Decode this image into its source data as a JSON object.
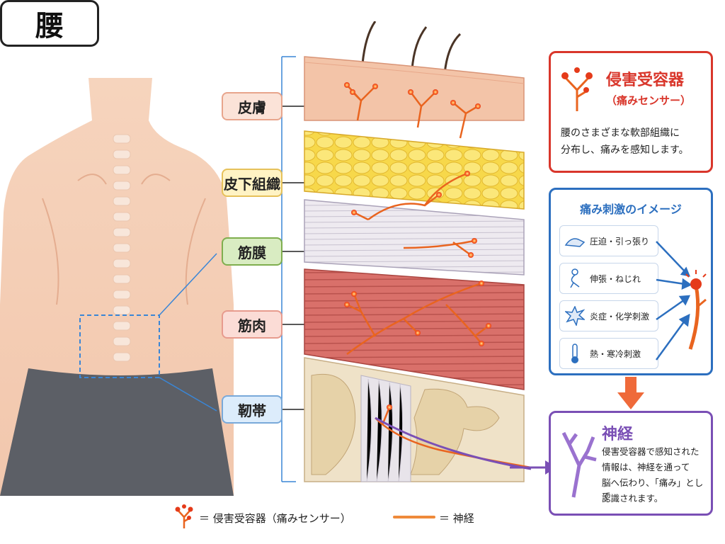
{
  "title": "腰",
  "layers": [
    {
      "label": "皮膚",
      "color": "#fbe3d8",
      "border": "#e8a58c"
    },
    {
      "label": "皮下組織",
      "color": "#fff3c4",
      "border": "#e6c15a"
    },
    {
      "label": "筋膜",
      "color": "#d9ecc2",
      "border": "#7fae4e"
    },
    {
      "label": "筋肉",
      "color": "#fbdcd6",
      "border": "#e79b8e"
    },
    {
      "label": "靭帯",
      "color": "#dcecfb",
      "border": "#79a9d9"
    }
  ],
  "receptor_card": {
    "title": "侵害受容器",
    "subtitle": "（痛みセンサー）",
    "body_line1": "腰のさまざまな軟部組織に",
    "body_line2": "分布し、痛みを感知します。",
    "border_color": "#d9362b"
  },
  "stimulus_card": {
    "title": "痛み刺激のイメージ",
    "items": [
      {
        "icon": "hand-press-icon",
        "label": "圧迫・引っ張り"
      },
      {
        "icon": "stretch-person-icon",
        "label": "伸張・ねじれ"
      },
      {
        "icon": "inflammation-burst-icon",
        "label": "炎症・化学刺激"
      },
      {
        "icon": "thermometer-icon",
        "label": "熱・寒冷刺激"
      }
    ],
    "border_color": "#2c6fbf"
  },
  "nerve_card": {
    "title": "神経",
    "body_line1": "侵害受容器で感知された",
    "body_line2": "情報は、神経を通って",
    "body_line3": "脳へ伝わり、「痛み」として",
    "body_line4": "認識されます。",
    "border_color": "#7a4fb5"
  },
  "legend": {
    "receptor": "＝ 侵害受容器（痛みセンサー）",
    "nerve": "＝ 神経"
  }
}
